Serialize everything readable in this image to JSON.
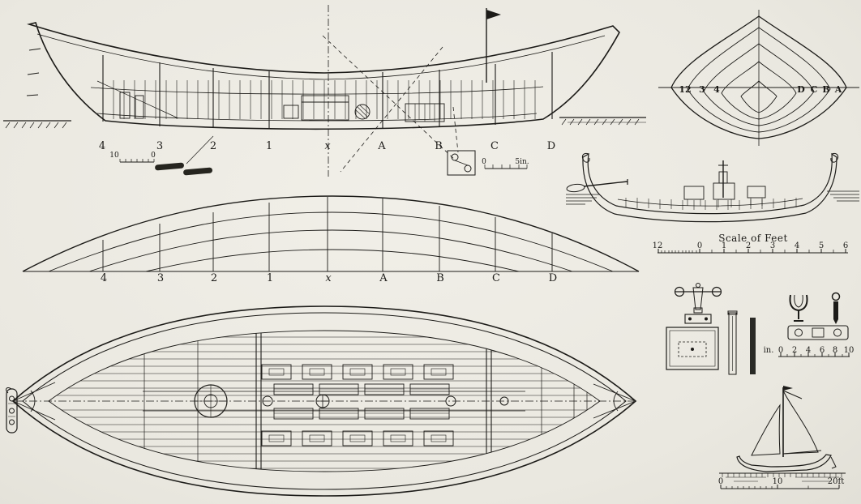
{
  "ink_color": "#1c1b18",
  "paper_color": "#edebe3",
  "profile_view": {
    "stations": [
      "4",
      "3",
      "2",
      "1",
      "x",
      "A",
      "B",
      "C",
      "D"
    ],
    "left_scale": {
      "ticks": [
        "10",
        "0"
      ]
    },
    "right_scale": {
      "ticks": [
        "0",
        "5in."
      ]
    }
  },
  "body_plan": {
    "left_labels": [
      "12",
      "3",
      "4"
    ],
    "right_labels": [
      "D",
      "C",
      "B",
      "A"
    ]
  },
  "sheer_plan": {
    "stations": [
      "4",
      "3",
      "2",
      "1",
      "x",
      "A",
      "B",
      "C",
      "D"
    ]
  },
  "scale_of_feet": {
    "title": "Scale of Feet",
    "ticks": [
      "12",
      "0",
      "1",
      "2",
      "3",
      "4",
      "5",
      "6"
    ]
  },
  "detail_scale_inches": {
    "label": "in.",
    "ticks": [
      "0",
      "2",
      "4",
      "6",
      "8",
      "10"
    ]
  },
  "sailboat_scale": {
    "ticks": [
      "0",
      "10",
      "20ft"
    ]
  }
}
